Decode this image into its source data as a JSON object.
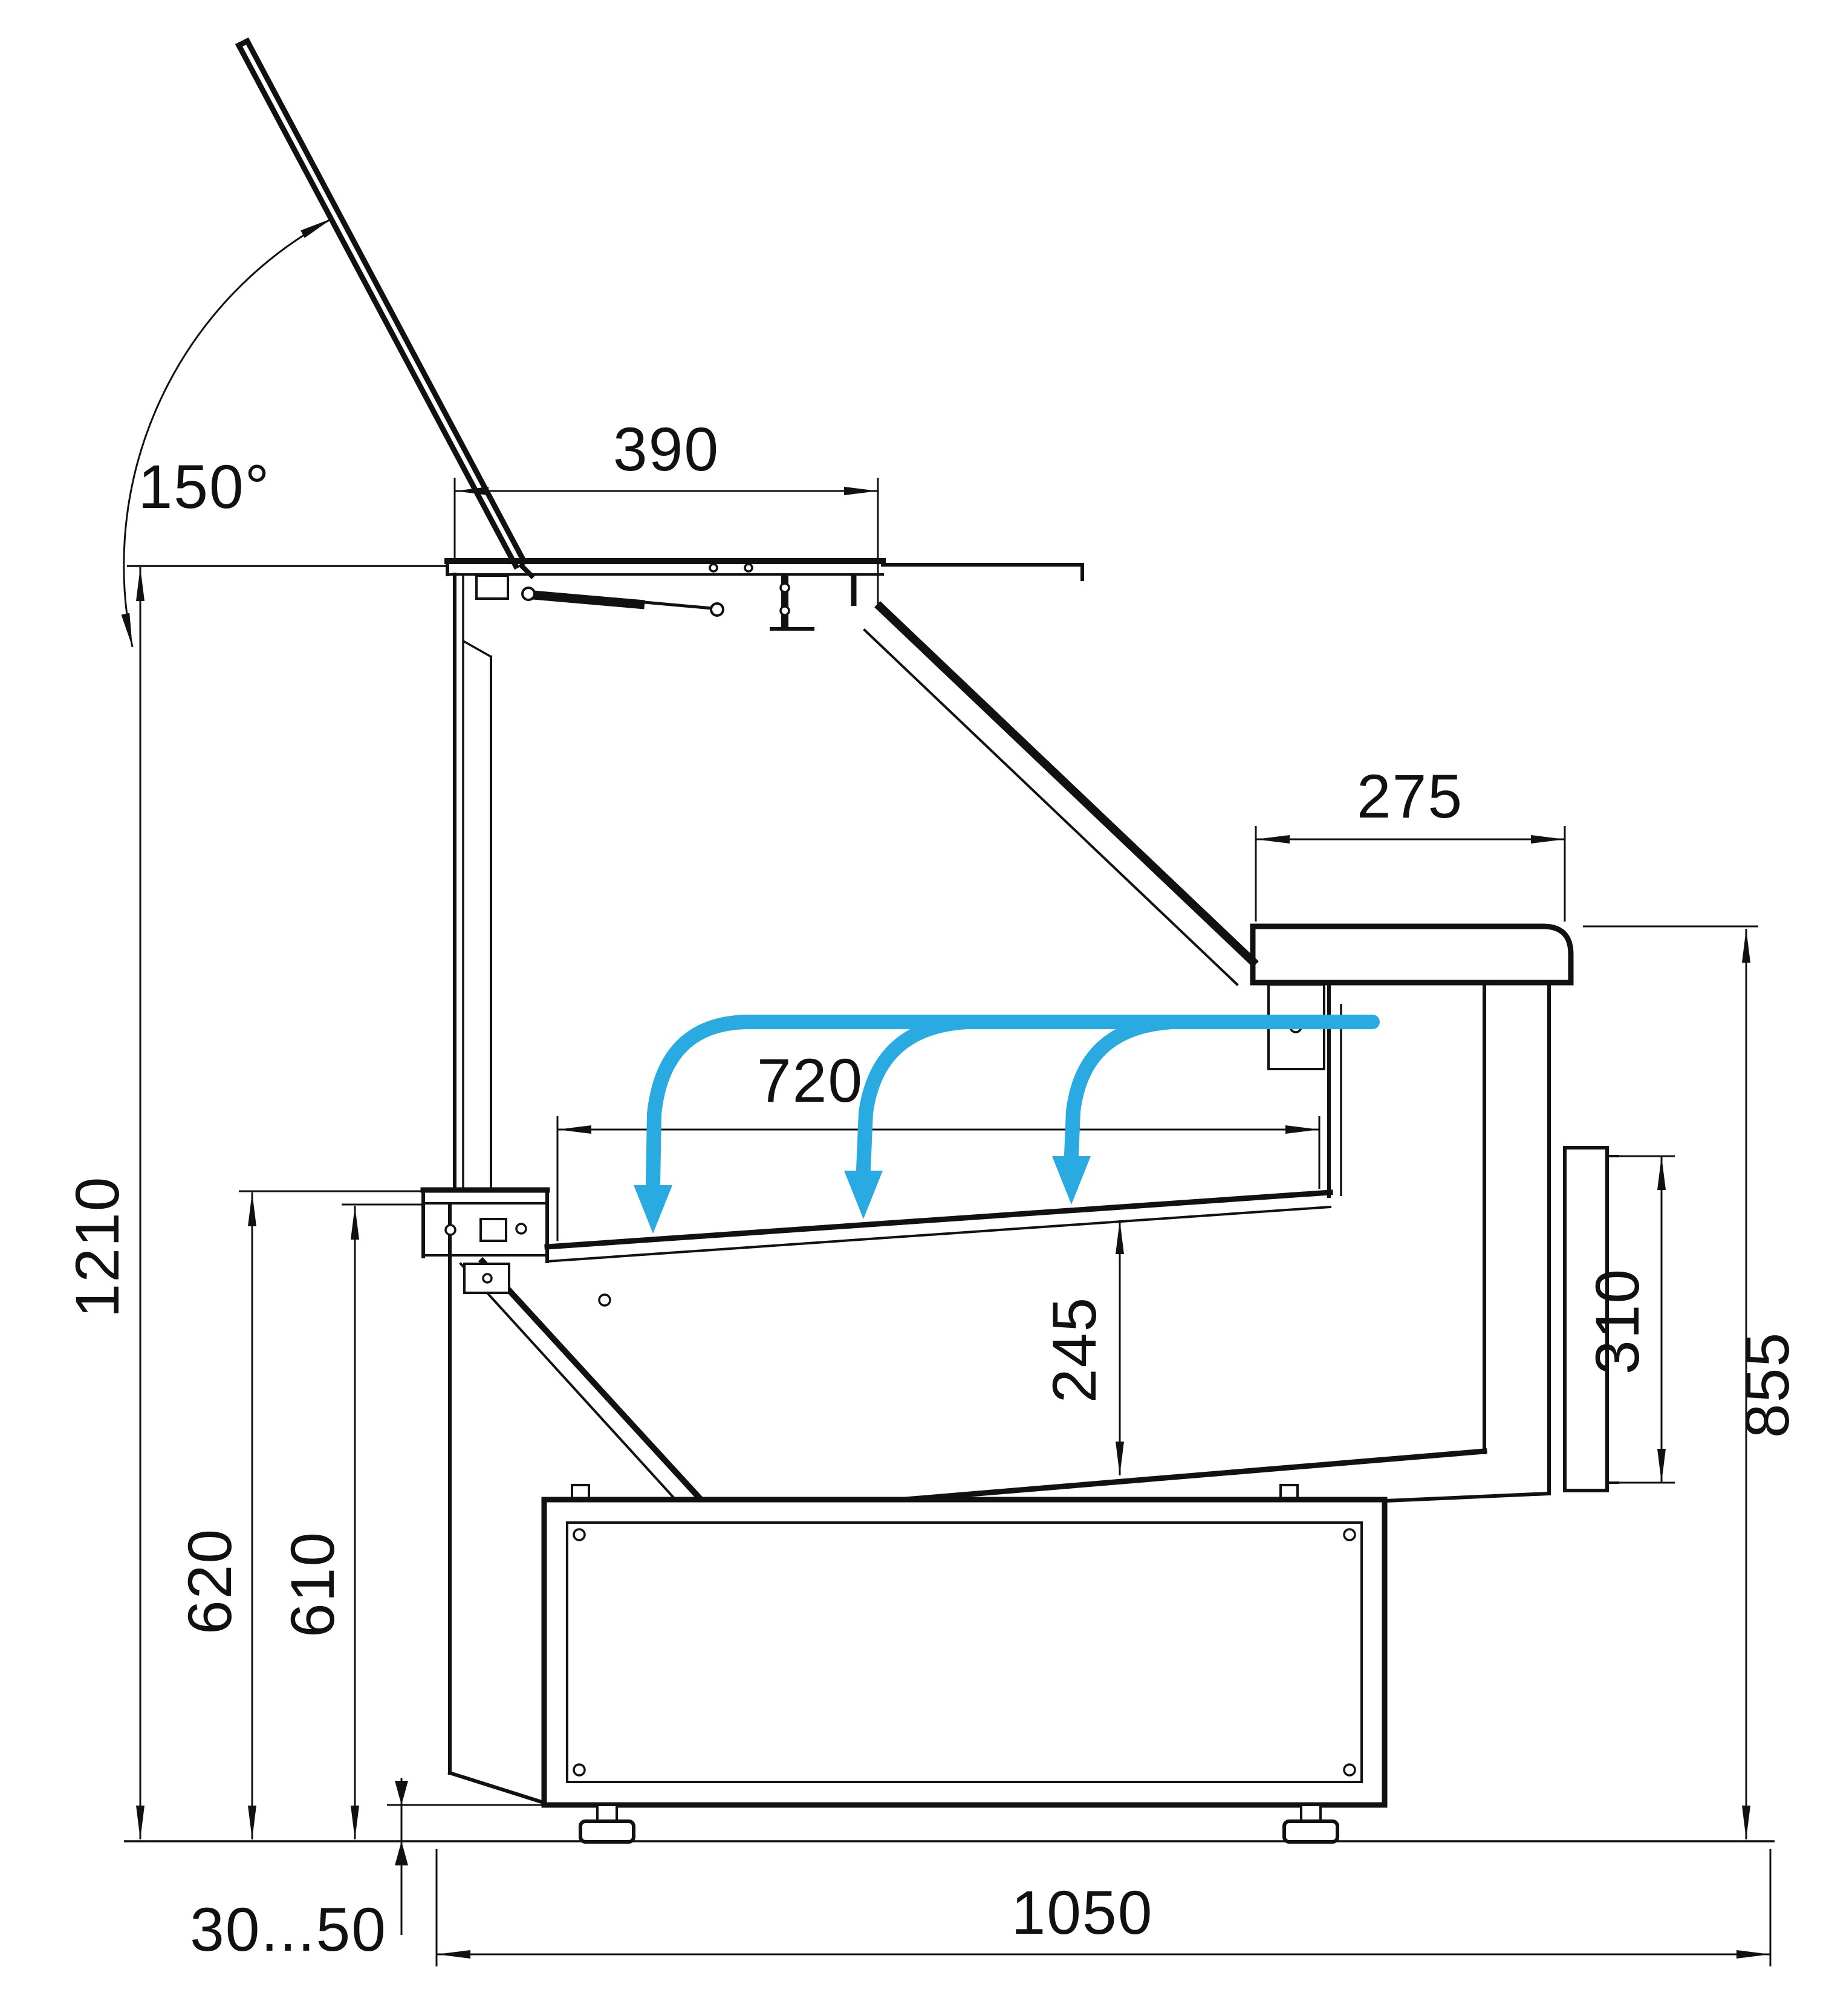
{
  "diagram": {
    "type": "technical-drawing",
    "background_color": "#ffffff",
    "line_color": "#111111",
    "airflow_color": "#29abe2",
    "dimensions": {
      "lid_opening_angle": "150°",
      "lid_depth": "390",
      "rear_counter_depth": "275",
      "display_deck_depth": "720",
      "overall_height": "1210",
      "front_panel_height": "620",
      "deck_front_height": "610",
      "well_inner_height": "245",
      "rear_opening_height": "310",
      "rear_counter_height": "855",
      "leg_adjustment_range": "30...50",
      "overall_depth": "1050"
    },
    "airflow": {
      "arrow_count": 3
    }
  }
}
